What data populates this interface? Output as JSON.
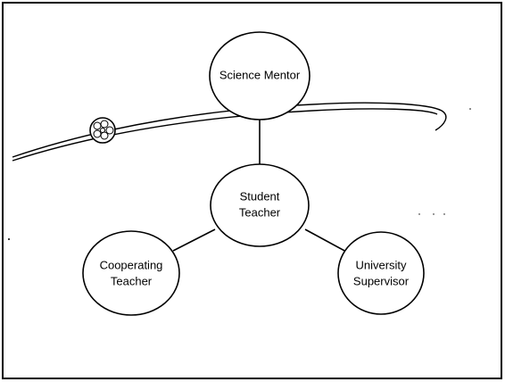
{
  "diagram": {
    "nodes": {
      "science_mentor": {
        "lines": [
          "Science Mentor"
        ]
      },
      "student_teacher": {
        "lines": [
          "Student",
          "Teacher"
        ]
      },
      "cooperating_teacher": {
        "lines": [
          "Cooperating",
          "Teacher"
        ]
      },
      "university_supervisor": {
        "lines": [
          "University",
          "Supervisor"
        ]
      }
    },
    "edges": [
      {
        "from": "science_mentor",
        "to": "student_teacher"
      },
      {
        "from": "student_teacher",
        "to": "cooperating_teacher"
      },
      {
        "from": "student_teacher",
        "to": "university_supervisor"
      }
    ],
    "decorations": {
      "orbit_icon": "comet-orbit-with-cluster-icon"
    },
    "colors": {
      "stroke": "#000000",
      "fill": "#ffffff"
    }
  }
}
